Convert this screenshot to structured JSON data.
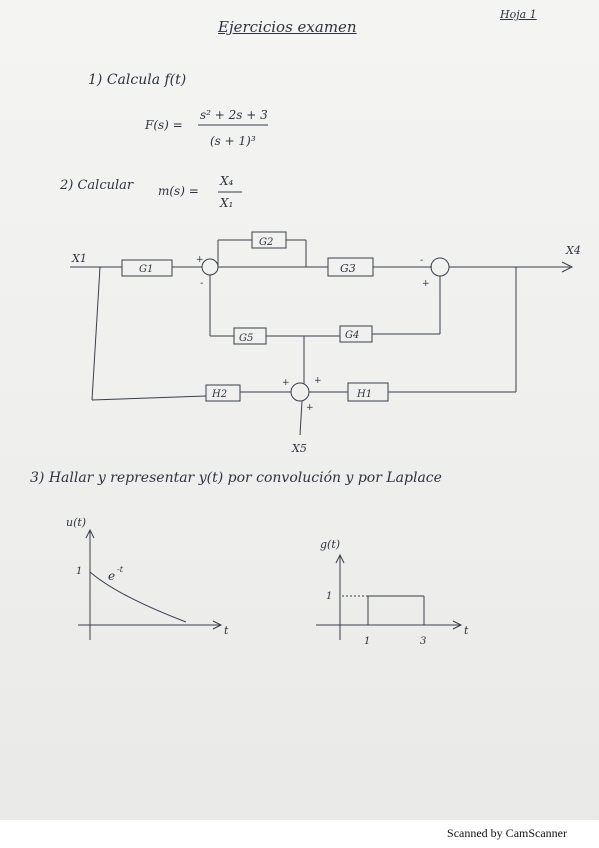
{
  "document": {
    "title": "Ejercicios examen",
    "sheet": "Hoja 1",
    "q1": {
      "prompt": "1) Calcula f(t)",
      "label": "F(s) =",
      "numerator": "s² + 2s + 3",
      "denominator": "(s + 1)³"
    },
    "q2": {
      "prompt": "2) Calcular",
      "label": "m(s) =",
      "numerator": "X₄",
      "denominator": "X₁"
    },
    "q3": {
      "prompt": "3) Hallar y representar y(t) por convolución y por Laplace"
    },
    "diagram": {
      "blocks": {
        "g1": "G1",
        "g2": "G2",
        "g3": "G3",
        "g4": "G4",
        "g5": "G5",
        "h1": "H1",
        "h2": "H2"
      },
      "signals": {
        "x1": "X1",
        "x4": "X4",
        "x5": "X5"
      },
      "signs": {
        "plus": "+",
        "minus": "-"
      }
    },
    "plot_u": {
      "ylabel": "u(t)",
      "xlabel": "t",
      "expr": "e",
      "expr_sup": "-t",
      "tick_y": "1"
    },
    "plot_g": {
      "ylabel": "g(t)",
      "xlabel": "t",
      "tick_y": "1",
      "tick_x1": "1",
      "tick_x2": "3"
    },
    "footer": "Scanned by CamScanner"
  }
}
